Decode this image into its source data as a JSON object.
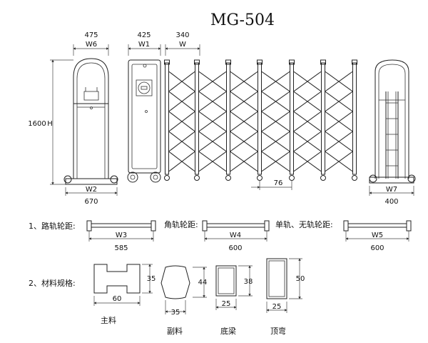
{
  "title": "MG-504",
  "main_view": {
    "dims_top": {
      "w6_value": "475",
      "w6_label": "W6",
      "w1_value": "425",
      "w1_label": "W1",
      "w_value": "340",
      "w_label": "W"
    },
    "height_value": "1600",
    "height_label": "H",
    "w2_label": "W2",
    "w2_value": "670",
    "w7_label": "W7",
    "w7_value": "400",
    "pitch_value": "76"
  },
  "rail_spacing": {
    "row_label": "1、路轨轮距:",
    "road": {
      "sublabel": "",
      "w_label": "W3",
      "value": "585"
    },
    "angle": {
      "sublabel": "角轨轮距:",
      "w_label": "W4",
      "value": "600"
    },
    "single": {
      "sublabel": "单轨、无轨轮距:",
      "w_label": "W5",
      "value": "600"
    }
  },
  "materials": {
    "row_label": "2、材料规格:",
    "main": {
      "name": "主料",
      "width": "60",
      "height": "35"
    },
    "secondary": {
      "name": "副料",
      "width": "35",
      "height": "44"
    },
    "base_beam": {
      "name": "底梁",
      "width": "25",
      "height": "38"
    },
    "top_bend": {
      "name": "顶弯",
      "width": "25",
      "height": "50"
    }
  }
}
